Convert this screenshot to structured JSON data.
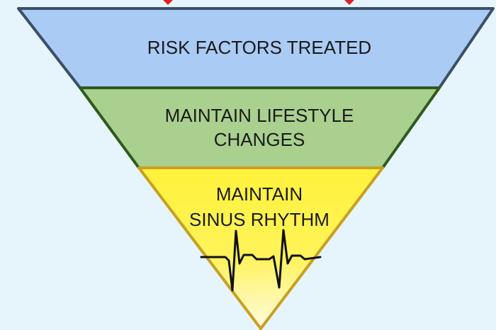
{
  "diagram": {
    "tiers": [
      {
        "lines": [
          "RISK FACTORS TREATED"
        ],
        "fill": "#aacbf4",
        "stroke": "#3d4f66"
      },
      {
        "lines": [
          "MAINTAIN LIFESTYLE",
          "CHANGES"
        ],
        "fill": "#a9d08e",
        "stroke": "#2f5a1e"
      },
      {
        "lines": [
          "MAINTAIN",
          "SINUS RHYTHM"
        ],
        "fill": "#fff23a",
        "stroke": "#c8a020"
      }
    ],
    "arrow_color": "#e02020",
    "icons": {
      "arrow": "arrow-icon",
      "ecg": "ecg-rhythm-icon"
    }
  }
}
